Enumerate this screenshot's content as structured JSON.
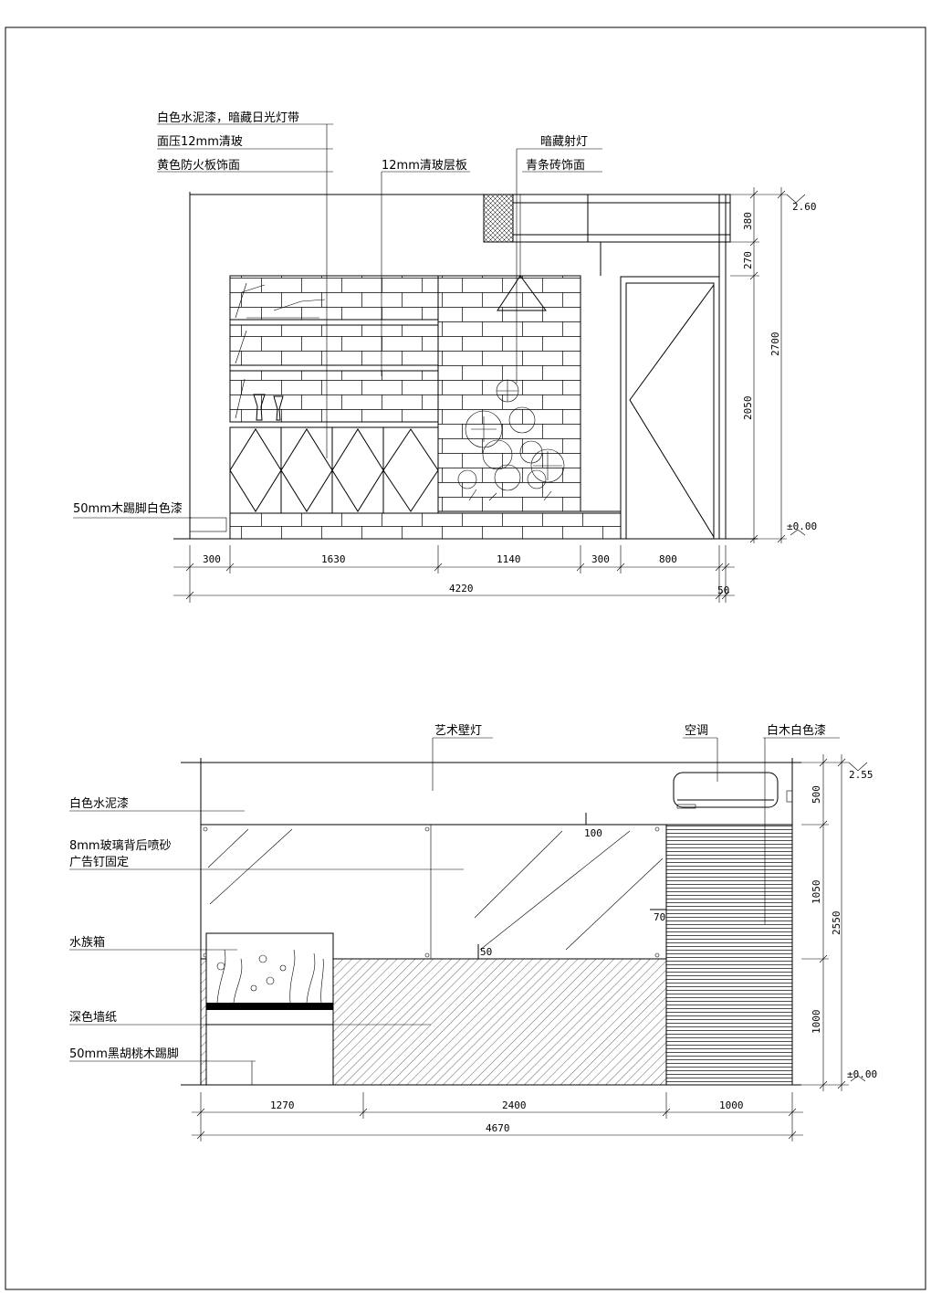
{
  "elevation_top": {
    "labels": {
      "cement_paint": "白色水泥漆，暗藏日光灯带",
      "clear_glass_face": "面压12mm清玻",
      "fireproof_board": "黄色防火板饰面",
      "glass_shelf": "12mm清玻层板",
      "hidden_spotlight": "暗藏射灯",
      "brick_face": "青条砖饰面",
      "skirting": "50mm木踢脚白色漆"
    },
    "dims_horizontal": [
      "300",
      "1630",
      "1140",
      "300",
      "800",
      "4220",
      "50"
    ],
    "dims_vertical": [
      "380",
      "270",
      "2700",
      "2050"
    ],
    "levels": {
      "top": "2.60",
      "base": "±0.00"
    }
  },
  "elevation_bottom": {
    "labels": {
      "art_lamp": "艺术壁灯",
      "air_conditioner": "空调",
      "white_wood_paint": "白木白色漆",
      "cement_paint": "白色水泥漆",
      "glass_line1": "8mm玻璃背后喷砂",
      "glass_line2": "广告钉固定",
      "aquarium": "水族箱",
      "dark_wallpaper": "深色墙纸",
      "walnut_skirting": "50mm黑胡桃木踢脚"
    },
    "dims_horizontal": [
      "1270",
      "2400",
      "1000",
      "4670"
    ],
    "dims_vertical": [
      "500",
      "1050",
      "2550",
      "1000"
    ],
    "small_dims": [
      "100",
      "70",
      "50"
    ],
    "levels": {
      "top": "2.55",
      "base": "±0.00"
    }
  }
}
